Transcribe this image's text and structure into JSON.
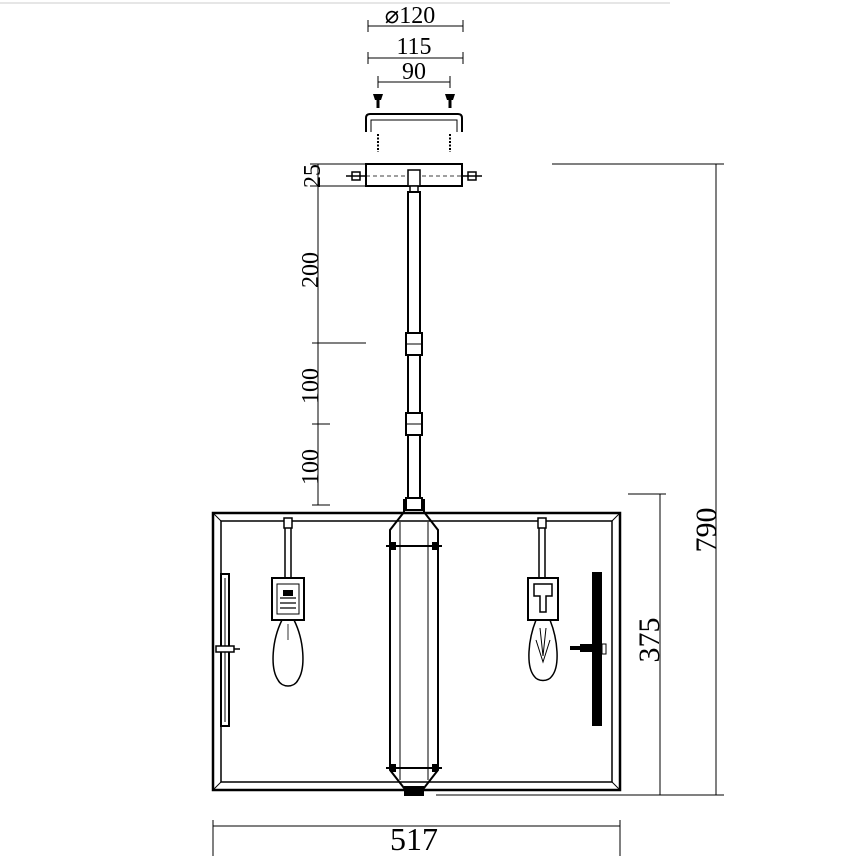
{
  "dimensions": {
    "canopy_diameter": "⌀120",
    "canopy_width": "115",
    "mount_spacing": "90",
    "canopy_height": "25",
    "rod_top": "200",
    "rod_mid": "100",
    "rod_low": "100",
    "total_height": "790",
    "frame_height": "375",
    "frame_width": "517"
  },
  "colors": {
    "line": "#000000",
    "background": "#ffffff"
  }
}
